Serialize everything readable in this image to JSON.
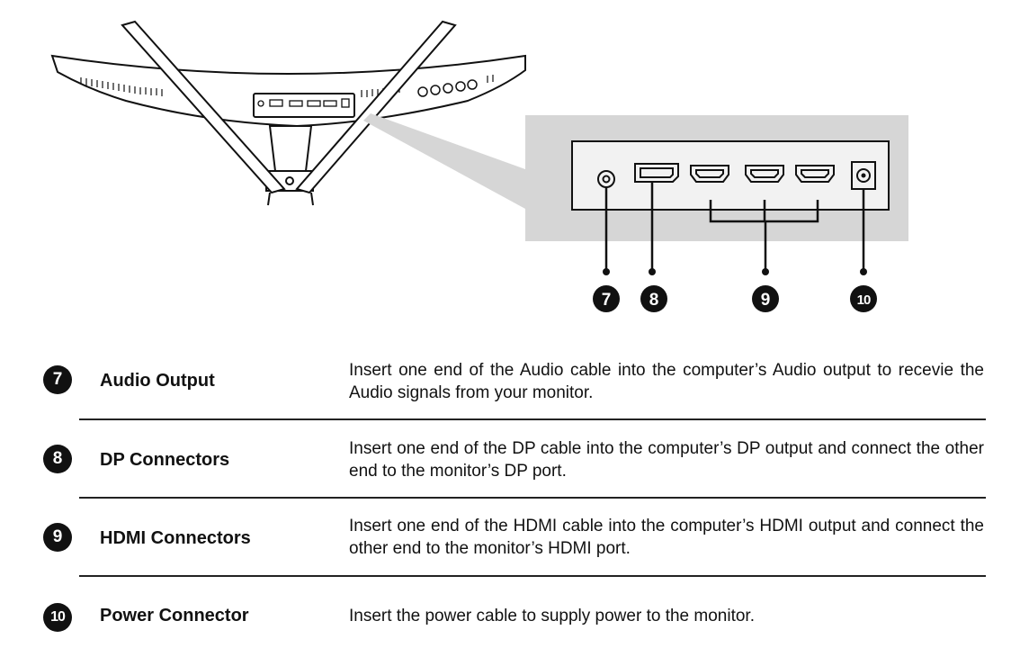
{
  "callouts": [
    "7",
    "8",
    "9",
    "10"
  ],
  "connectors": [
    {
      "number": "7",
      "name": "Audio Output",
      "description": "Insert one end of the Audio cable into the computer’s  Audio output to recevie the Audio signals from your monitor."
    },
    {
      "number": "8",
      "name": "DP Connectors",
      "description": "Insert one end of the DP cable into the computer’s DP output and connect the other end to the monitor’s DP port."
    },
    {
      "number": "9",
      "name": "HDMI Connectors",
      "description": "Insert one end of the HDMI cable into the computer’s HDMI output and connect the other end to the monitor’s HDMI port."
    },
    {
      "number": "10",
      "name": "Power Connector",
      "description": "Insert the power cable to supply power to the monitor."
    }
  ]
}
